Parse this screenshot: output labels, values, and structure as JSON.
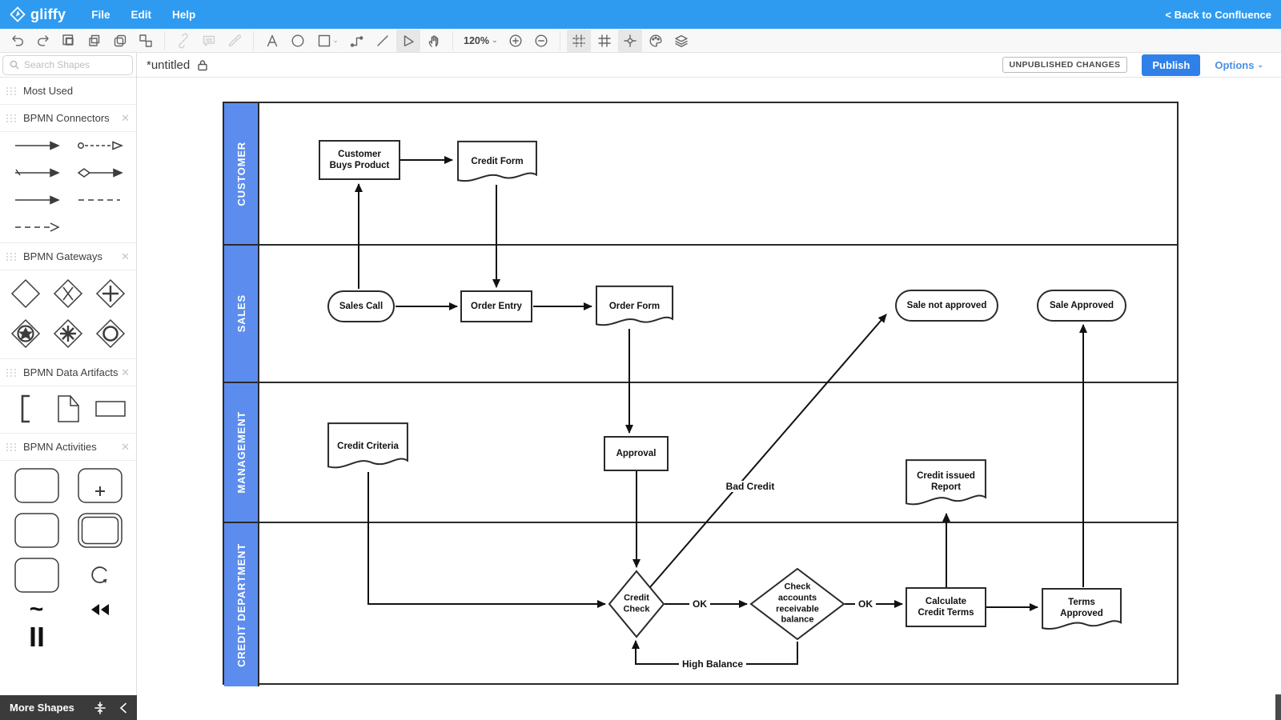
{
  "topbar": {
    "logo": "gliffy",
    "menus": [
      "File",
      "Edit",
      "Help"
    ],
    "back_link": "< Back to Confluence"
  },
  "toolbar": {
    "zoom_level": "120%",
    "icons": [
      "undo",
      "redo",
      "copy-style",
      "copy",
      "duplicate",
      "arrange",
      "link",
      "comment",
      "eyedropper",
      "text-tool",
      "ellipse-tool",
      "rectangle-tool",
      "connector-tool",
      "line-tool",
      "pointer-tool",
      "pan-tool",
      "zoom-in",
      "zoom-out",
      "snap-to-grid",
      "grid",
      "snap-to-guides",
      "theme",
      "layers"
    ]
  },
  "docbar": {
    "title": "*untitled",
    "status_badge": "UNPUBLISHED CHANGES",
    "publish": "Publish",
    "options": "Options"
  },
  "sidebar": {
    "search_placeholder": "Search Shapes",
    "sections": [
      {
        "title": "Most Used"
      },
      {
        "title": "BPMN Connectors"
      },
      {
        "title": "BPMN Gateways"
      },
      {
        "title": "BPMN Data Artifacts"
      },
      {
        "title": "BPMN Activities"
      }
    ],
    "more_shapes": "More Shapes"
  },
  "diagram": {
    "lanes": [
      {
        "label": "CUSTOMER"
      },
      {
        "label": "SALES"
      },
      {
        "label": "MANAGEMENT"
      },
      {
        "label": "CREDIT DEPARTMENT"
      }
    ],
    "nodes": [
      {
        "id": "customer-buys-product",
        "type": "task",
        "lane": "CUSTOMER",
        "label": "Customer\nBuys Product"
      },
      {
        "id": "credit-form",
        "type": "document",
        "lane": "CUSTOMER",
        "label": "Credit Form"
      },
      {
        "id": "sales-call",
        "type": "start",
        "lane": "SALES",
        "label": "Sales Call"
      },
      {
        "id": "order-entry",
        "type": "task",
        "lane": "SALES",
        "label": "Order Entry"
      },
      {
        "id": "order-form",
        "type": "document",
        "lane": "SALES",
        "label": "Order Form"
      },
      {
        "id": "sale-not-approved",
        "type": "end",
        "lane": "SALES",
        "label": "Sale not approved"
      },
      {
        "id": "sale-approved",
        "type": "end",
        "lane": "SALES",
        "label": "Sale Approved"
      },
      {
        "id": "credit-criteria",
        "type": "document",
        "lane": "MANAGEMENT",
        "label": "Credit Criteria"
      },
      {
        "id": "approval",
        "type": "task",
        "lane": "MANAGEMENT",
        "label": "Approval"
      },
      {
        "id": "credit-issued-report",
        "type": "document",
        "lane": "MANAGEMENT",
        "label": "Credit issued\nReport"
      },
      {
        "id": "credit-check",
        "type": "gateway",
        "lane": "CREDIT DEPARTMENT",
        "label": "Credit\nCheck"
      },
      {
        "id": "check-accounts",
        "type": "gateway",
        "lane": "CREDIT DEPARTMENT",
        "label": "Check\naccounts\nreceivable\nbalance"
      },
      {
        "id": "calculate-credit-terms",
        "type": "task",
        "lane": "CREDIT DEPARTMENT",
        "label": "Calculate\nCredit Terms"
      },
      {
        "id": "terms-approved",
        "type": "document",
        "lane": "CREDIT DEPARTMENT",
        "label": "Terms\nApproved"
      }
    ],
    "edges": [
      {
        "from": "customer-buys-product",
        "to": "credit-form"
      },
      {
        "from": "sales-call",
        "to": "customer-buys-product"
      },
      {
        "from": "credit-form",
        "to": "order-entry"
      },
      {
        "from": "sales-call",
        "to": "order-entry"
      },
      {
        "from": "order-entry",
        "to": "order-form"
      },
      {
        "from": "order-form",
        "to": "approval"
      },
      {
        "from": "approval",
        "to": "credit-check"
      },
      {
        "from": "credit-criteria",
        "to": "credit-check"
      },
      {
        "from": "credit-check",
        "to": "check-accounts",
        "label": "OK"
      },
      {
        "from": "check-accounts",
        "to": "calculate-credit-terms",
        "label": "OK"
      },
      {
        "from": "calculate-credit-terms",
        "to": "terms-approved"
      },
      {
        "from": "calculate-credit-terms",
        "to": "credit-issued-report"
      },
      {
        "from": "terms-approved",
        "to": "sale-approved"
      },
      {
        "from": "credit-check",
        "to": "sale-not-approved",
        "label": "Bad Credit"
      },
      {
        "from": "check-accounts",
        "to": "credit-check",
        "label": "High Balance"
      }
    ],
    "edge_labels": {
      "ok1": "OK",
      "ok2": "OK",
      "bad_credit": "Bad Credit",
      "high_balance": "High Balance"
    }
  },
  "colors": {
    "topbar_blue": "#2f9bf0",
    "lane_fill": "#5c8dee",
    "publish_button": "#2f80e8",
    "options_link": "#4a90e2",
    "diagram_stroke": "#2a2a2a"
  }
}
